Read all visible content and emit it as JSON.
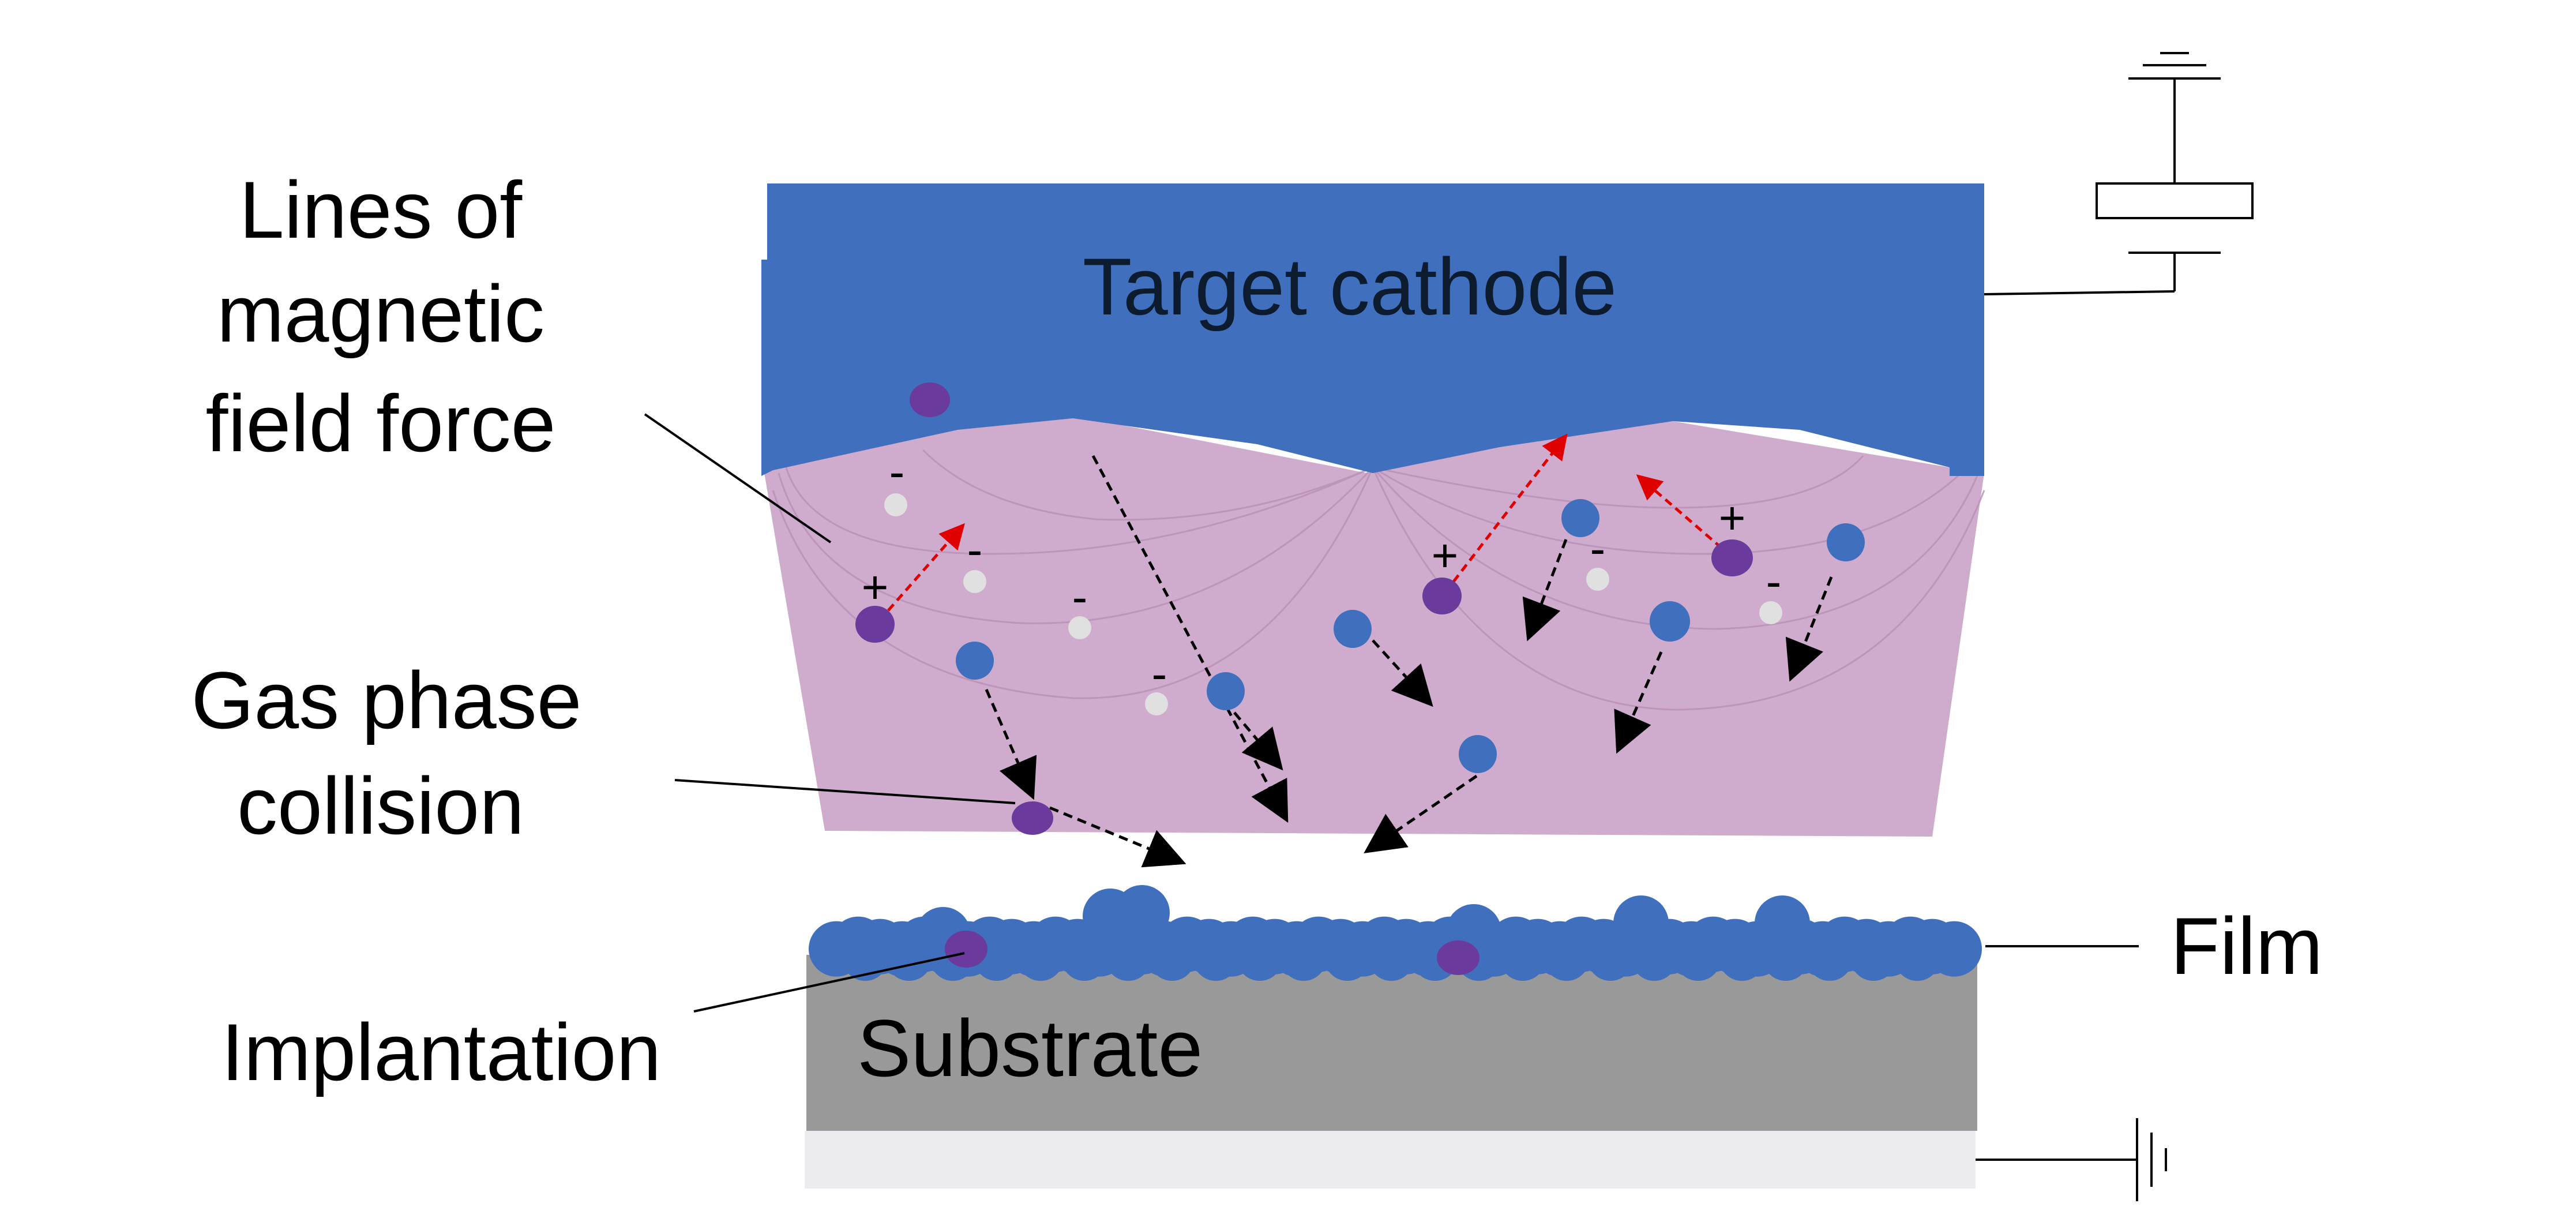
{
  "labels": {
    "magnetic_lines": [
      "Lines of",
      "magnetic",
      "field force"
    ],
    "gas_collision": [
      "Gas phase",
      "collision"
    ],
    "implantation": "Implantation",
    "target": "Target cathode",
    "substrate": "Substrate",
    "film": "Film"
  },
  "charge_signs": {
    "positive": "+",
    "negative": "-"
  },
  "colors": {
    "target": "#3f6fbd",
    "plasma": "#cfaccd",
    "field_lines": "#b98fb6",
    "substrate": "#999999",
    "base_plate": "#ebebef",
    "film_atom": "#3f6fbd",
    "ion": "#6a3a9c",
    "electron": "#e0e0e0",
    "reflection_arrow": "#e00000",
    "sputter_arrow": "#000000"
  }
}
